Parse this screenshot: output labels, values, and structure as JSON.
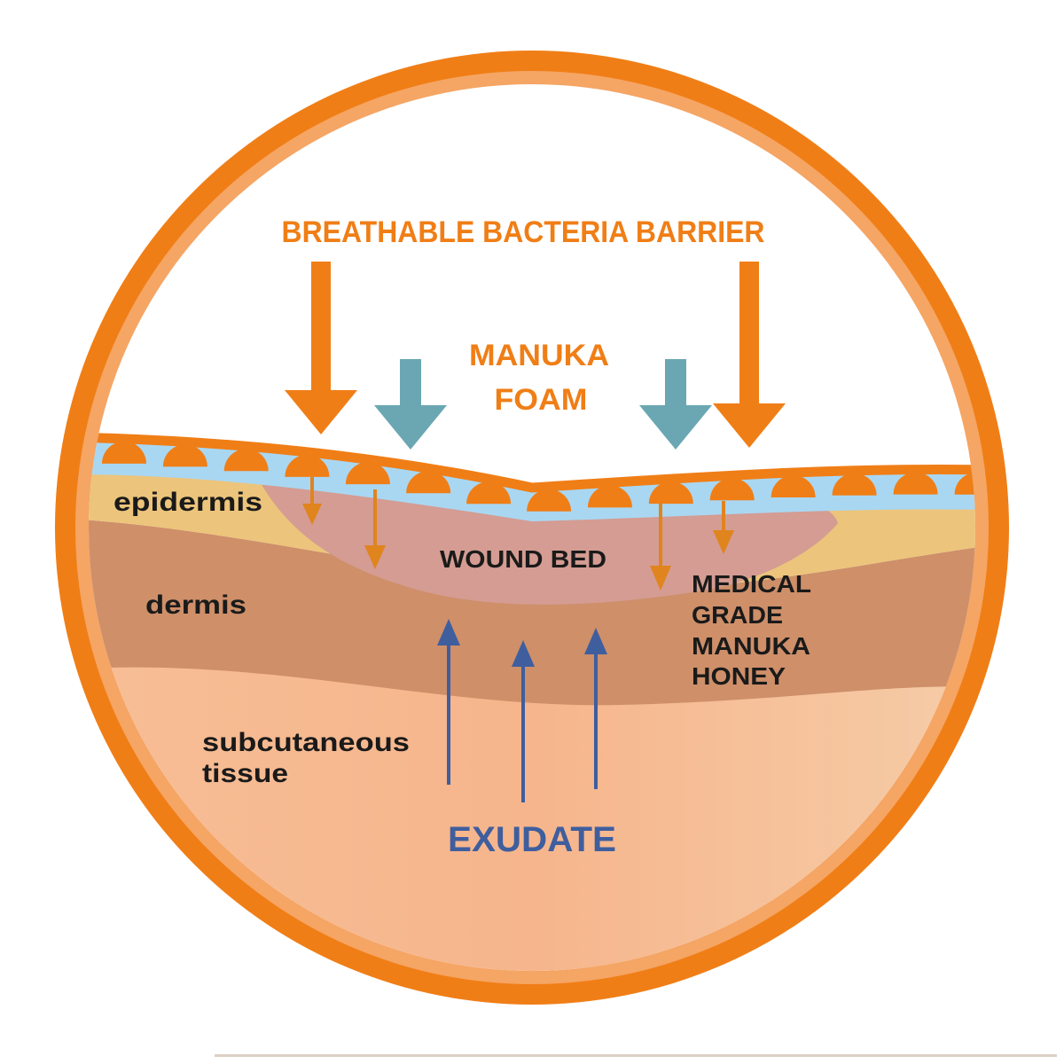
{
  "title": "BREATHABLE BACTERIA BARRIER",
  "foam_label": [
    "MANUKA",
    "FOAM"
  ],
  "wound_label": "WOUND BED",
  "honey_label": [
    "MEDICAL",
    "GRADE",
    "MANUKA",
    "HONEY"
  ],
  "layers": {
    "epidermis": "epidermis",
    "dermis": "dermis",
    "subcutaneous": [
      "subcutaneous",
      "tissue"
    ]
  },
  "exudate_label": "EXUDATE",
  "colors": {
    "ring_outer": "#F07E16",
    "ring_inner": "#F5A564",
    "barrier": "#F07E16",
    "foam_arrow": "#6AA7B3",
    "honey_gap": "#A9D7F2",
    "epidermis": "#ECC47B",
    "dermis": "#CE8F69",
    "wound_bed": "#D49C92",
    "subcutaneous": "#F6B78E",
    "exudate": "#3F5E9E"
  }
}
